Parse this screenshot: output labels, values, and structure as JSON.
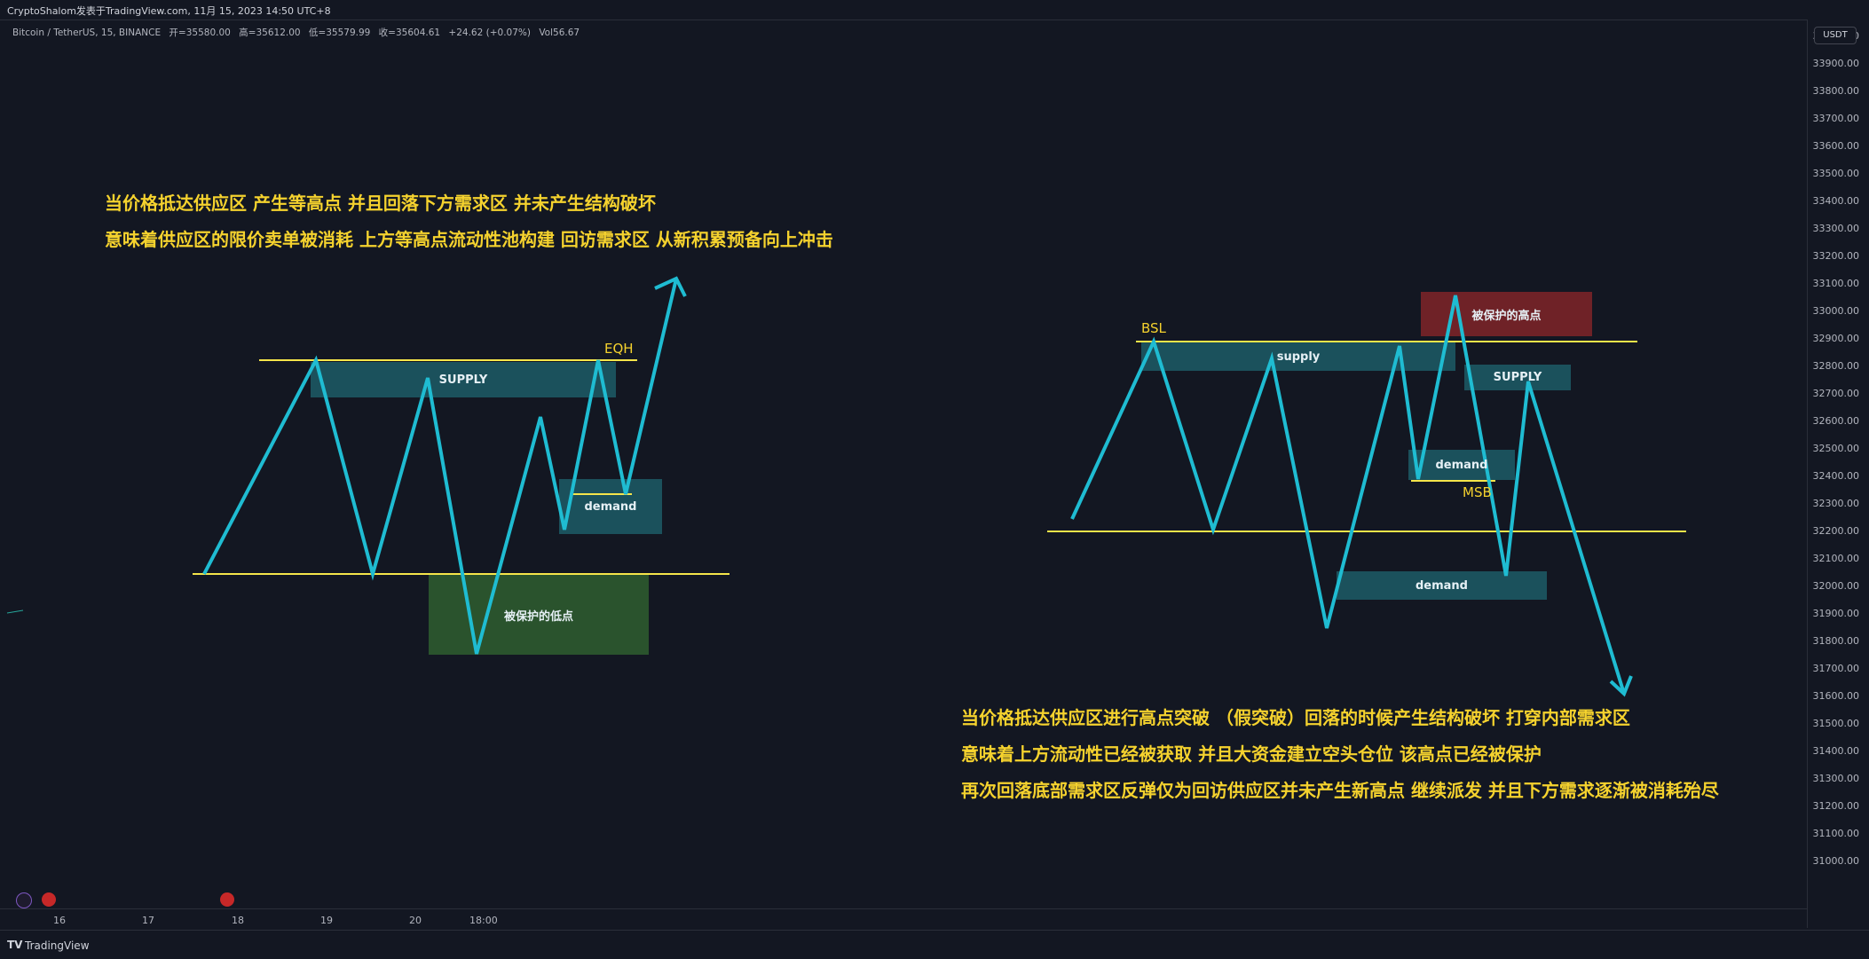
{
  "header": {
    "published": "CryptoShalom发表于TradingView.com, 11月 15, 2023 14:50 UTC+8"
  },
  "legend": {
    "symbol": "Bitcoin / TetherUS, 15, BINANCE",
    "open": "开=35580.00",
    "high": "高=35612.00",
    "low": "低=35579.99",
    "close": "收=35604.61",
    "change": "+24.62 (+0.07%)",
    "volume": "Vol56.67"
  },
  "price_scale": {
    "currency": "USDT",
    "ticks": [
      "34000.00",
      "33900.00",
      "33800.00",
      "33700.00",
      "33600.00",
      "33500.00",
      "33400.00",
      "33300.00",
      "33200.00",
      "33100.00",
      "33000.00",
      "32900.00",
      "32800.00",
      "32700.00",
      "32600.00",
      "32500.00",
      "32400.00",
      "32300.00",
      "32200.00",
      "32100.00",
      "32000.00",
      "31900.00",
      "31800.00",
      "31700.00",
      "31600.00",
      "31500.00",
      "31400.00",
      "31300.00",
      "31200.00",
      "31100.00",
      "31000.00"
    ]
  },
  "time_axis": [
    "16",
    "17",
    "18",
    "19",
    "20",
    "18:00"
  ],
  "footer": {
    "brand": "TradingView",
    "logo": "TV"
  },
  "annotations": {
    "left": {
      "line1": "当价格抵达供应区 产生等高点 并且回落下方需求区 并未产生结构破坏",
      "line2": "意味着供应区的限价卖单被消耗 上方等高点流动性池构建 回访需求区 从新积累预备向上冲击",
      "supply": "SUPPLY",
      "demand": "demand",
      "protected_low": "被保护的低点",
      "eqh": "EQH"
    },
    "right": {
      "line1": "当价格抵达供应区进行高点突破 （假突破）回落的时候产生结构破坏 打穿内部需求区",
      "line2": "意味着上方流动性已经被获取 并且大资金建立空头仓位 该高点已经被保护",
      "line3": "再次回落底部需求区反弹仅为回访供应区并未产生新高点 继续派发 并且下方需求逐渐被消耗殆尽",
      "bsl": "BSL",
      "supply_lower": "supply",
      "supply_upper": "SUPPLY",
      "protected_high": "被保护的高点",
      "demand_inner": "demand",
      "msb": "MSB",
      "demand_bottom": "demand"
    }
  },
  "colors": {
    "background": "#131722",
    "price_path": "#1fbcd2",
    "level_line": "#f5e54a",
    "supply_zone": "#1d5c66",
    "demand_zone": "#1d5c66",
    "protected_low_zone": "#2e5a2f",
    "protected_high_zone": "#7a2428",
    "text_note": "#f5d22e"
  }
}
